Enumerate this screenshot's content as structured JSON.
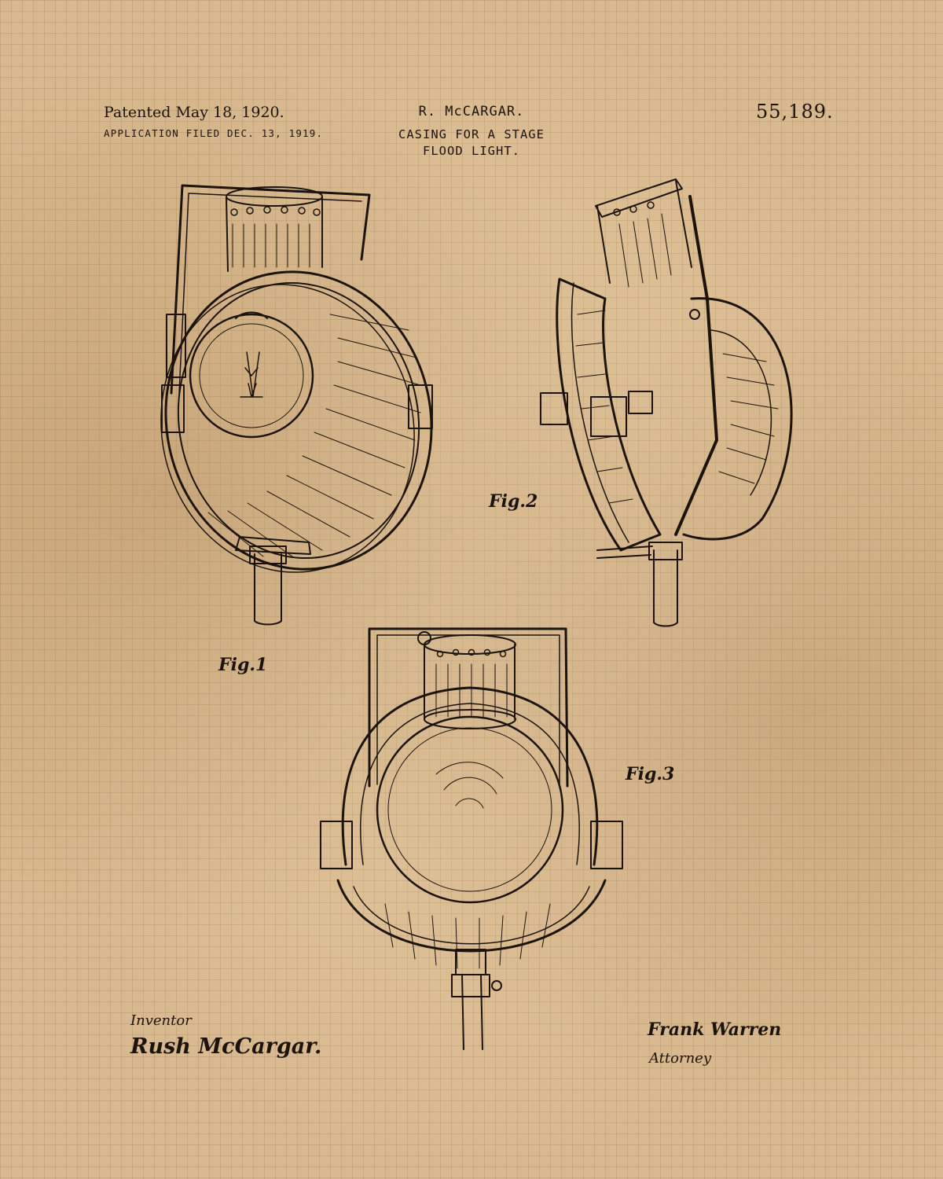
{
  "header": {
    "patented": "Patented May 18, 1920.",
    "filed": "APPLICATION FILED DEC. 13, 1919.",
    "inventor_name": "R. McCARGAR.",
    "title_line1": "CASING FOR A STAGE",
    "title_line2": "FLOOD LIGHT.",
    "patent_number": "55,189."
  },
  "figures": {
    "fig1_label": "Fig.1",
    "fig2_label": "Fig.2",
    "fig3_label": "Fig.3"
  },
  "signatures": {
    "inventor_label": "Inventor",
    "inventor_signature": "Rush McCargar.",
    "attorney_signature": "Frank Warren",
    "attorney_label": "Attorney"
  },
  "colors": {
    "paper": "#d9b98f",
    "ink": "#1c140c"
  }
}
